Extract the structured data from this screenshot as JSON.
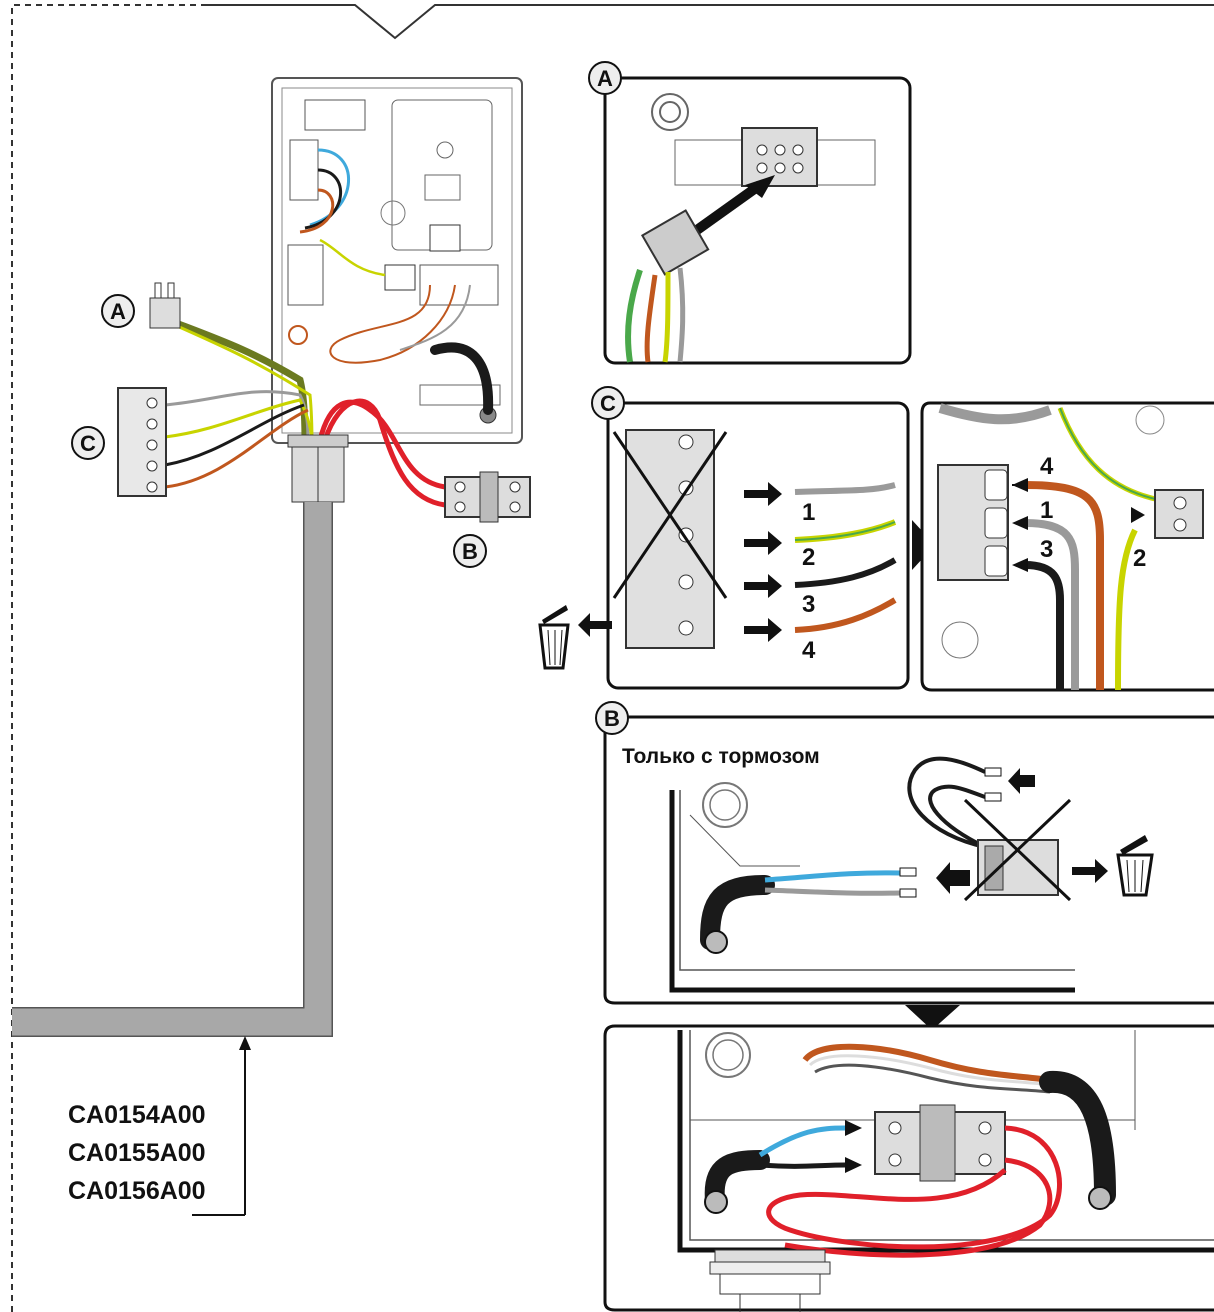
{
  "labels": {
    "A": "A",
    "B": "B",
    "C": "C"
  },
  "wire_numbers": [
    "1",
    "2",
    "3",
    "4"
  ],
  "brake_note": "Только с тормозом",
  "cable_codes": [
    "CA0154A00",
    "CA0155A00",
    "CA0156A00"
  ],
  "wire_colors": {
    "grey": "#9a9a9a",
    "yellow_green": "#c8d400",
    "green": "#4aa84a",
    "black": "#1a1a1a",
    "brown": "#c0571e",
    "blue": "#3fa9dc",
    "red": "#e0202a"
  },
  "icons": [
    "trash-bin-icon",
    "arrow-icon",
    "terminal-block-icon",
    "connector-icon",
    "cable-gland-icon"
  ]
}
